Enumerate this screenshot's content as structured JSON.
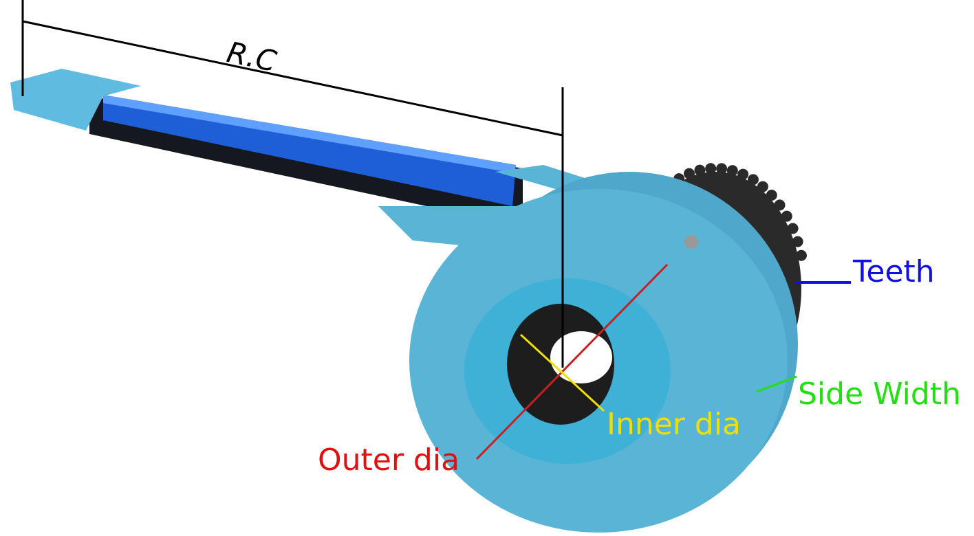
{
  "labels": {
    "rc": "R.C",
    "teeth": "Teeth",
    "side_width": "Side Width",
    "inner_dia": "Inner dia",
    "outer_dia": "Outer dia"
  },
  "colors": {
    "teeth": "#1010e0",
    "side_width": "#22e010",
    "inner_dia": "#f0e000",
    "outer_dia": "#e01010",
    "body": "#5ab4d6"
  }
}
